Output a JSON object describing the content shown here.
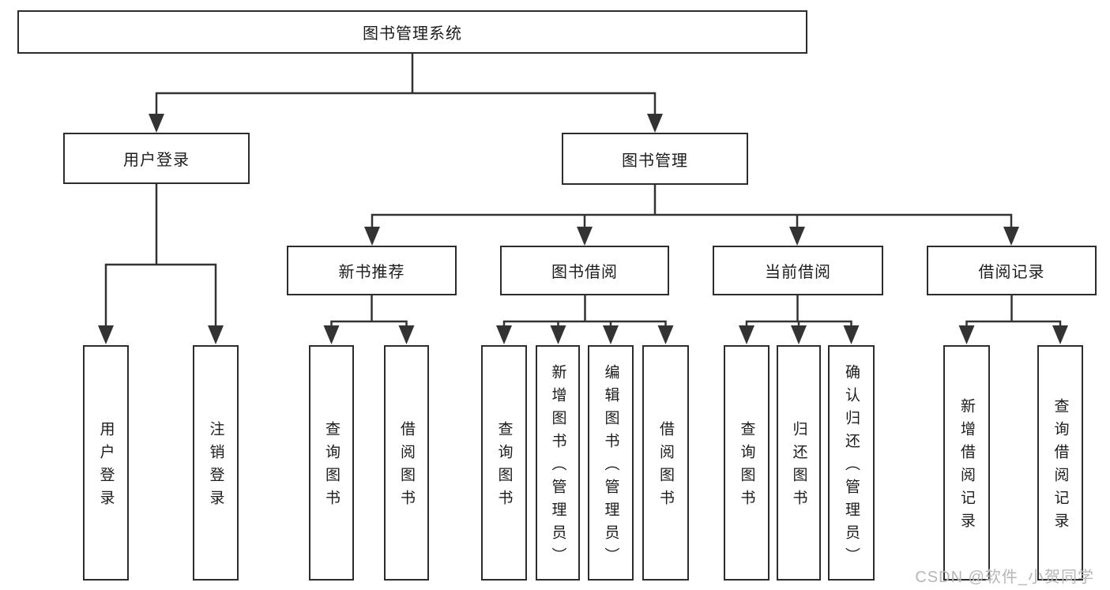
{
  "diagram": {
    "root": {
      "label": "图书管理系统"
    },
    "level2": [
      {
        "label": "用户登录"
      },
      {
        "label": "图书管理"
      }
    ],
    "level3": [
      {
        "label": "新书推荐"
      },
      {
        "label": "图书借阅"
      },
      {
        "label": "当前借阅"
      },
      {
        "label": "借阅记录"
      }
    ],
    "leaves": [
      {
        "label": "用户登录",
        "parent": "用户登录"
      },
      {
        "label": "注销登录",
        "parent": "用户登录"
      },
      {
        "label": "查询图书",
        "parent": "新书推荐"
      },
      {
        "label": "借阅图书",
        "parent": "新书推荐"
      },
      {
        "label": "查询图书",
        "parent": "图书借阅"
      },
      {
        "label": "新增图书（管理员）",
        "parent": "图书借阅"
      },
      {
        "label": "编辑图书（管理员）",
        "parent": "图书借阅"
      },
      {
        "label": "借阅图书",
        "parent": "图书借阅"
      },
      {
        "label": "查询图书",
        "parent": "当前借阅"
      },
      {
        "label": "归还图书",
        "parent": "当前借阅"
      },
      {
        "label": "确认归还（管理员）",
        "parent": "当前借阅"
      },
      {
        "label": "新增借阅记录",
        "parent": "借阅记录"
      },
      {
        "label": "查询借阅记录",
        "parent": "借阅记录"
      }
    ],
    "colors": {
      "line": "#333333",
      "border": "#2d2d2d",
      "text": "#1c1c1c",
      "background": "#ffffff",
      "watermark": "#b6b6b6"
    }
  },
  "watermark": {
    "text": "CSDN @软件_小贺同学"
  }
}
